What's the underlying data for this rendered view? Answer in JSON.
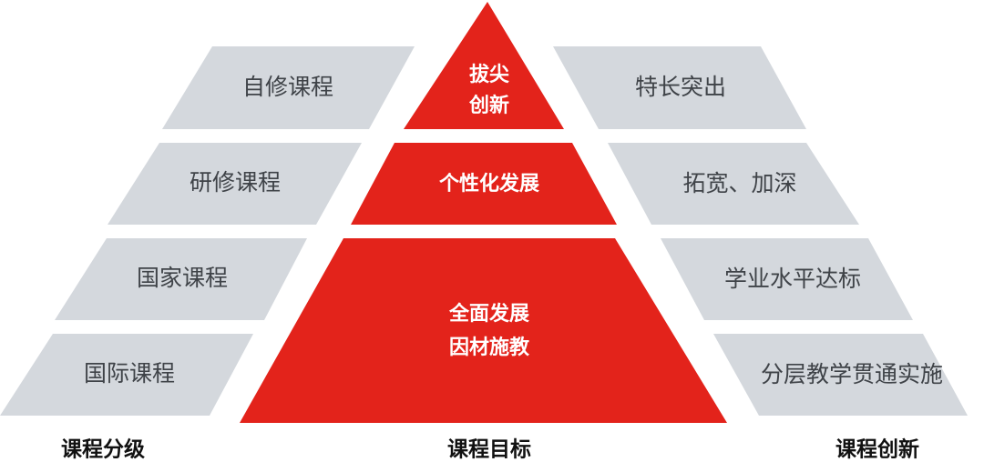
{
  "left": {
    "items": [
      "自修课程",
      "研修课程",
      "国家课程",
      "国际课程"
    ],
    "footer": "课程分级"
  },
  "center": {
    "levels": [
      [
        "拔尖",
        "创新"
      ],
      [
        "个性化发展"
      ],
      [
        "全面发展",
        "因材施教"
      ]
    ],
    "footer": "课程目标"
  },
  "right": {
    "items": [
      "特长突出",
      "拓宽、加深",
      "学业水平达标",
      "分层教学贯通实施"
    ],
    "footer": "课程创新"
  },
  "colors": {
    "accent": "#e3231b",
    "panel": "#d4d8dd"
  }
}
